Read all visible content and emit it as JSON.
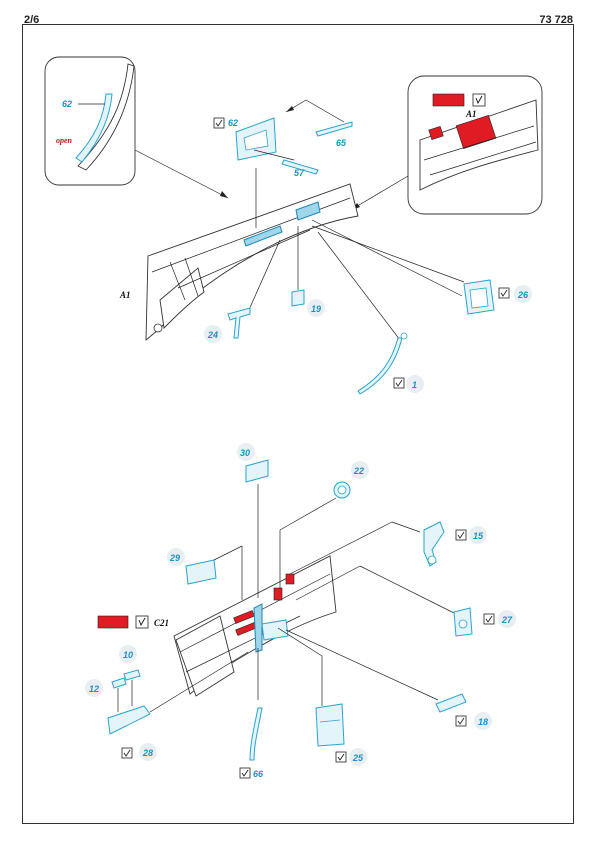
{
  "header": {
    "page": "2/6",
    "kit_number": "73 728"
  },
  "labels": {
    "p62": "62",
    "open": "open",
    "p57": "57",
    "p65": "65",
    "a1_top": "A1",
    "a1_main": "A1",
    "p26": "26",
    "p19": "19",
    "p24": "24",
    "p1": "1",
    "p30": "30",
    "p22": "22",
    "p15": "15",
    "p29": "29",
    "p27": "27",
    "c21": "C21",
    "p10": "10",
    "p12": "12",
    "p18": "18",
    "p28": "28",
    "p25": "25",
    "p66": "66"
  },
  "colors": {
    "pe_blue": "#2aa3cf",
    "paint_red": "#e01b24",
    "number_blue": "#1f8fc4"
  },
  "icons": [
    "bend-check-icon",
    "paint-swatch-icon"
  ]
}
